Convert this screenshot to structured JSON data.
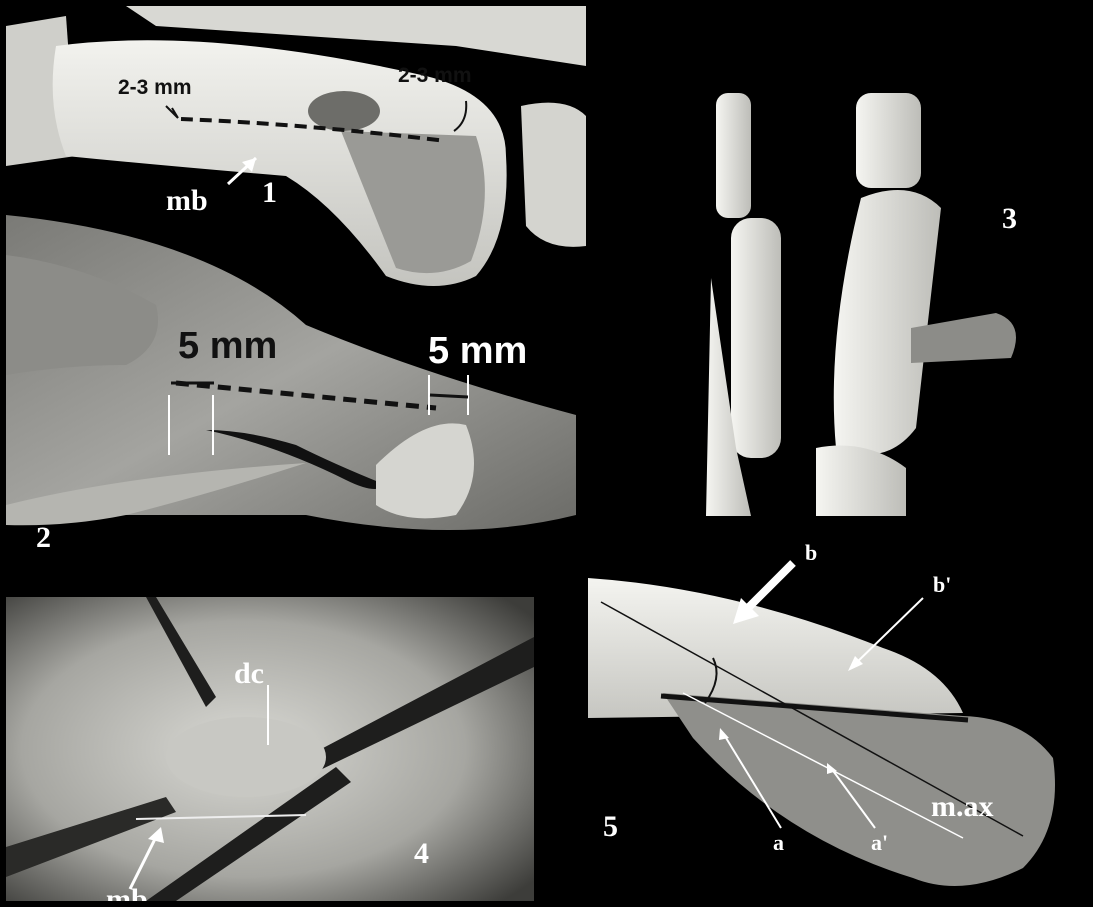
{
  "panel1": {
    "number": "1",
    "measure_left": "2-3 mm",
    "measure_right": "2-3 mm",
    "label_mb": "mb"
  },
  "panel2": {
    "number": "2",
    "measure_left": "5 mm",
    "measure_right": "5 mm"
  },
  "panel3": {
    "number": "3"
  },
  "panel4": {
    "number": "4",
    "label_dc": "dc",
    "label_mb": "mb"
  },
  "panel5": {
    "number": "5",
    "label_b": "b",
    "label_b_prime": "b'",
    "label_a": "a",
    "label_a_prime": "a'",
    "label_max": "m.ax"
  },
  "colors": {
    "background": "#000000",
    "bone": "#e6e6e2",
    "bone_shadow": "#b9b9b4",
    "cut_surface": "#8e8e8a",
    "label": "#ffffff"
  }
}
